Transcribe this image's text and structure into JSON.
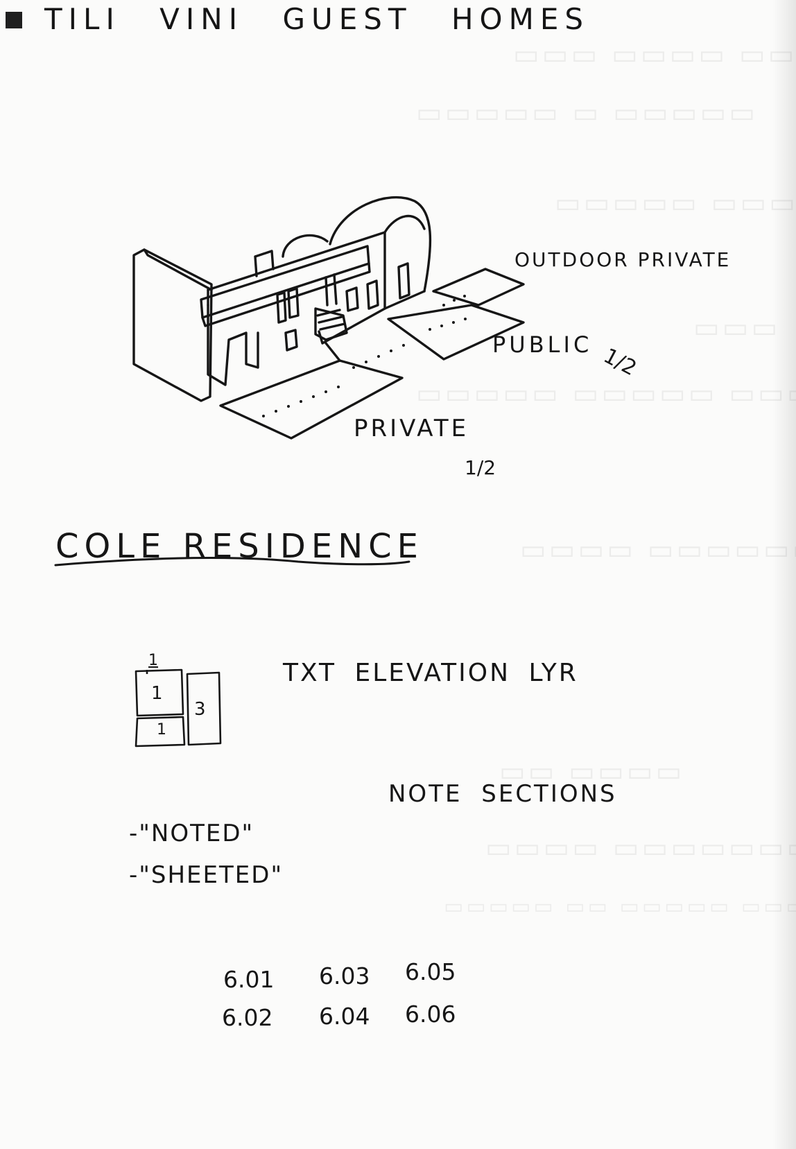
{
  "page": {
    "title": "TILI VINI   GUEST HOMES",
    "sketch_labels": {
      "outdoor_private": "OUTDOOR PRIVATE",
      "public": "PUBLIC",
      "public_fraction": "1/2",
      "private": "PRIVATE",
      "private_fraction": "1/2"
    },
    "section_heading": "COLE RESIDENCE",
    "diagram": {
      "top_label": "1",
      "box_a": "1",
      "box_b": "1",
      "box_c": "3"
    },
    "notes": {
      "txt_elevation": "TXT ELEVATION LYR",
      "note_sections": "NOTE SECTIONS",
      "noted": "-\"NOTED\"",
      "sheeted": "-\"SHEETED\""
    },
    "sheet_numbers": [
      [
        "6.01",
        "6.03",
        "6.05"
      ],
      [
        "6.02",
        "6.04",
        "6.06"
      ]
    ]
  }
}
